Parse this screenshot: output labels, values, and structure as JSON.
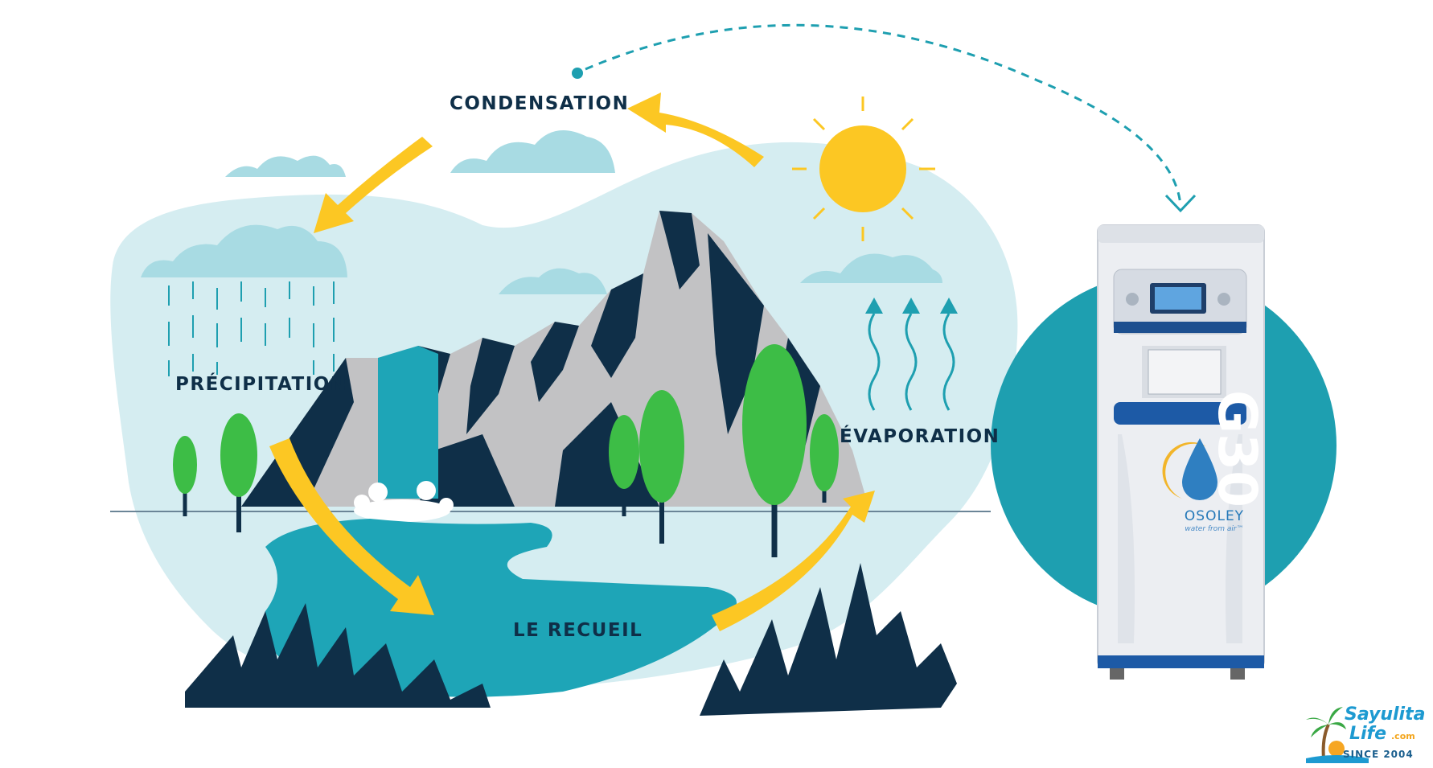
{
  "labels": {
    "condensation": "CONDENSATION",
    "precipitation": "PRÉCIPITATION",
    "evaporation": "ÉVAPORATION",
    "collection": "LE RECUEIL"
  },
  "product": {
    "model": "G30",
    "brand": "OSOLEY",
    "tagline": "water from air™"
  },
  "logo": {
    "name_line1": "Sayulita",
    "name_line2": "Life",
    "domain": ".com",
    "since": "SINCE 2004"
  },
  "colors": {
    "sky_blob": "#d5edf1",
    "cloud": "#a8dbe3",
    "water": "#1ea5b7",
    "teal_circle": "#1e9fb0",
    "arrow_yellow": "#fcc723",
    "sun": "#fcc723",
    "rock_light": "#c2c2c4",
    "rock_dark": "#0f2f48",
    "tree_green": "#3dbd46",
    "label_text": "#0f2f48",
    "dashed_line": "#1e9fb0"
  }
}
